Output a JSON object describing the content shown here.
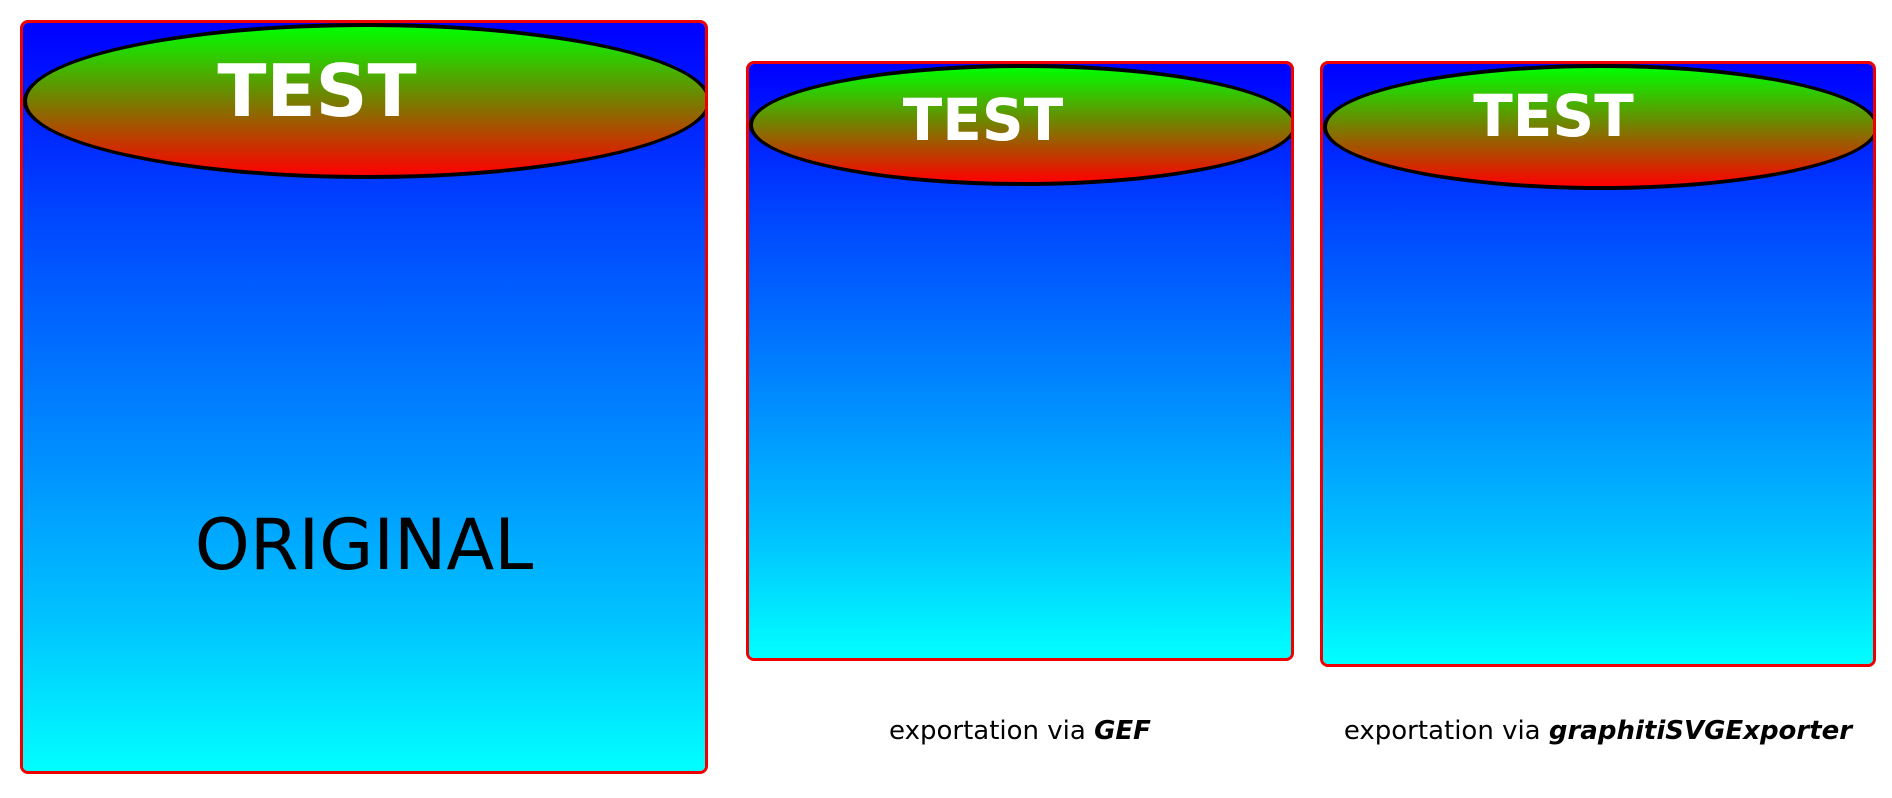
{
  "colors": {
    "border": "#ee0000",
    "panel_gradient_top": "#0000ff",
    "panel_gradient_bottom": "#00ffff",
    "ellipse_gradient_top": "#00ff00",
    "ellipse_gradient_bottom": "#ff0000",
    "ellipse_stroke": "#000000",
    "ellipse_text": "#ffffff"
  },
  "panels": {
    "original": {
      "ellipse_label": "TEST",
      "center_label": "ORIGINAL"
    },
    "gef": {
      "ellipse_label": "TEST",
      "caption_prefix": "exportation via ",
      "caption_emphasis": "GEF"
    },
    "svg_exporter": {
      "ellipse_label": "TEST",
      "caption_prefix": "exportation via ",
      "caption_emphasis": "graphitiSVGExporter"
    }
  }
}
